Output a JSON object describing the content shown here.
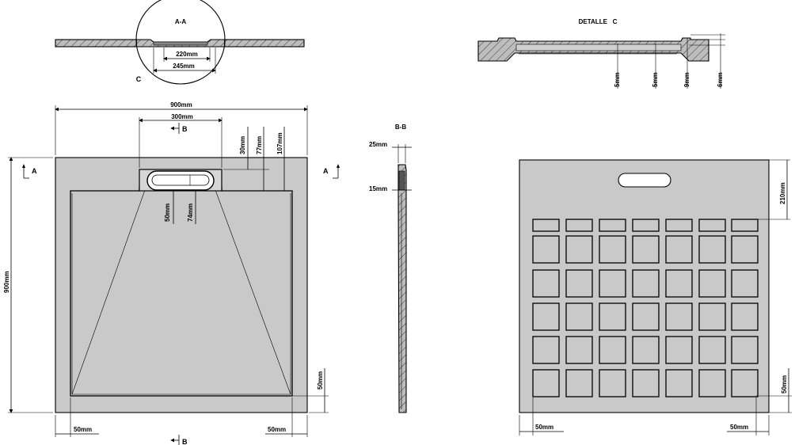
{
  "colors": {
    "tray_fill": "#c9c9c9",
    "hatch_fill": "#bdbdbd",
    "line": "#000000",
    "paper": "#ffffff"
  },
  "section_aa": {
    "title": "A-A",
    "detail_label": "C",
    "dim_inner": "220mm",
    "dim_outer": "245mm"
  },
  "detail_c": {
    "title": "DETALLE   C",
    "dims": [
      "5mm",
      "5mm",
      "9mm",
      "6mm"
    ]
  },
  "plan": {
    "width_dim": "900mm",
    "channel_dim": "300mm",
    "height_dim": "900mm",
    "vert_dims": [
      "30mm",
      "77mm",
      "107mm"
    ],
    "drain_dims": [
      "50mm",
      "74mm"
    ],
    "right_dim": "50mm",
    "bottom_left_dim": "50mm",
    "bottom_right_dim": "50mm",
    "section_a_left": "A",
    "section_a_right": "A",
    "section_b_top": "B",
    "section_b_bottom": "B"
  },
  "section_bb": {
    "title": "B-B",
    "dim_top": "25mm",
    "dim_low": "15mm"
  },
  "bottom_view": {
    "dim_right_top": "210mm",
    "dim_right_bottom": "50mm",
    "dim_bottom_left": "50mm",
    "dim_bottom_right": "50mm"
  }
}
